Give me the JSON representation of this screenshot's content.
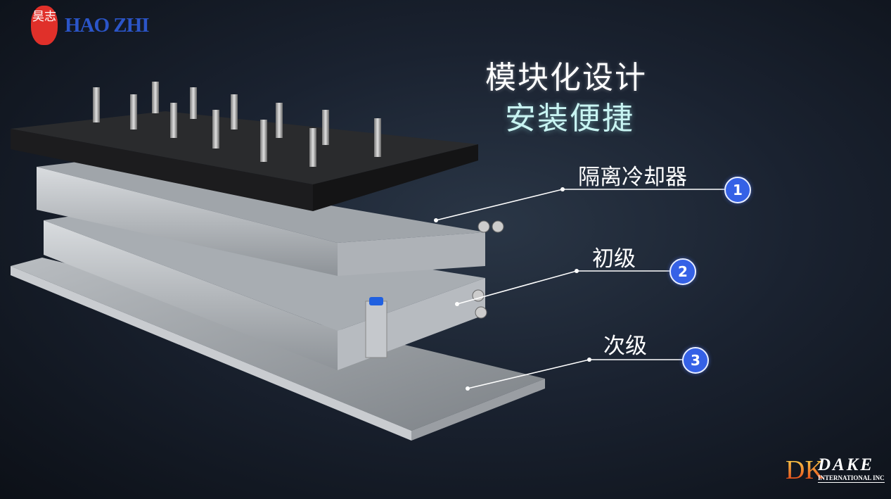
{
  "logo_left": {
    "seal_text": "昊志",
    "brand": "HAO ZHI"
  },
  "logo_right": {
    "mark": "DK",
    "name": "DAKE",
    "subtitle": "INTERNATIONAL INC"
  },
  "title": {
    "line1": "模块化设计",
    "line2": "安装便捷"
  },
  "callouts": [
    {
      "number": "1",
      "label": "隔离冷却器"
    },
    {
      "number": "2",
      "label": "初级"
    },
    {
      "number": "3",
      "label": "次级"
    }
  ],
  "colors": {
    "badge": "#3561e6",
    "title_accent": "#c8f4f2",
    "brand_blue": "#2b55c8",
    "seal_red": "#e0302a"
  }
}
